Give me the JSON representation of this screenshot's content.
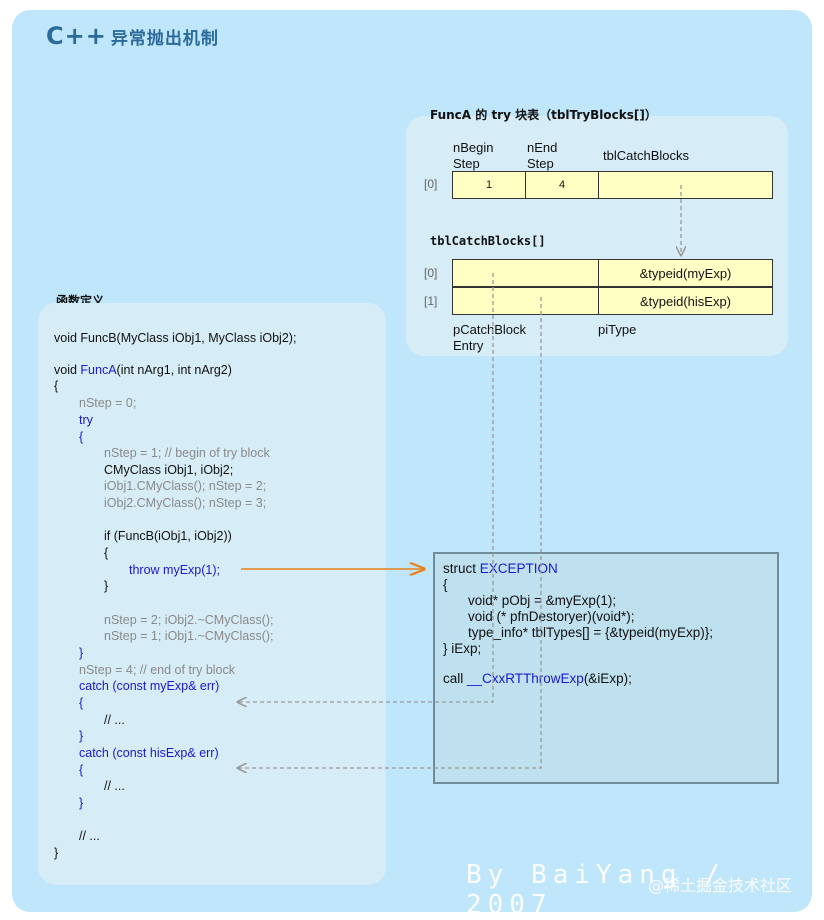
{
  "title": {
    "main": "C++",
    "cn": "异常抛出机制"
  },
  "try_table": {
    "heading": "FuncA 的 try 块表（tblTryBlocks[]）",
    "col1": [
      "nBegin",
      "Step"
    ],
    "col2": [
      "nEnd",
      "Step"
    ],
    "col3": "tblCatchBlocks",
    "row_index": "[0]",
    "begin_value": "1",
    "end_value": "4"
  },
  "catch_table": {
    "heading": "tblCatchBlocks[]",
    "rows": [
      {
        "index": "[0]",
        "type": "&typeid(myExp)"
      },
      {
        "index": "[1]",
        "type": "&typeid(hisExp)"
      }
    ],
    "col1": [
      "pCatchBlock",
      "Entry"
    ],
    "col2": "piType"
  },
  "func_def": {
    "heading": "函数定义",
    "lines": [
      "void FuncB(MyClass iObj1, MyClass iObj2);",
      "void ",
      "FuncA",
      "(int nArg1, int nArg2)",
      "{",
      "nStep = 0;",
      "try",
      "{",
      "nStep = 1; // begin of try block",
      "CMyClass iObj1, iObj2;",
      "iObj1.CMyClass(); nStep = 2;",
      "iObj2.CMyClass(); nStep = 3;",
      "if (FuncB(iObj1, iObj2))",
      "{",
      "throw myExp(1);",
      "}",
      "nStep = 2; iObj2.~CMyClass();",
      "nStep = 1; iObj1.~CMyClass();",
      "}",
      "nStep = 4; // end of try block",
      "catch (const myExp& err)",
      "{",
      "// ...",
      "}",
      "catch (const hisExp& err)",
      "{",
      "// ...",
      "}",
      "// ...",
      "}"
    ]
  },
  "exception_box": {
    "lines": [
      "struct ",
      "EXCEPTION",
      "{",
      "void* pObj = &myExp(1);",
      "void (* pfnDestoryer)(void*);",
      "type_info* tblTypes[] = {&typeid(myExp)};",
      "} iExp;",
      "call ",
      "__CxxRTThrowExp",
      "(&iExp);"
    ]
  },
  "watermark": {
    "author": "By BaiYang / 2007",
    "site": "@稀土掘金技术社区"
  },
  "colors": {
    "board": "#bfe6fa",
    "panel": "#d6ecf6",
    "cell": "#ffffc4",
    "keyword": "#1a1ad0",
    "muted": "#8a8a8a",
    "throw_arrow": "#e8801a",
    "catch_arrow": "#999999"
  }
}
